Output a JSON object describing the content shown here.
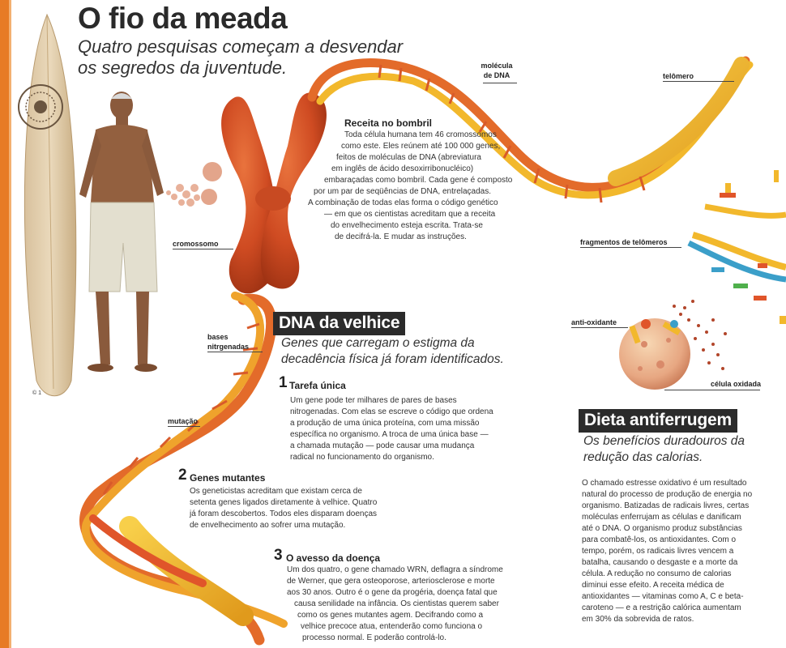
{
  "header": {
    "title": "O fio da meada",
    "subtitle": "Quatro pesquisas começam a desvendar os segredos da juventude."
  },
  "labels": {
    "molecule": "molécula de DNA",
    "telomere": "telômero",
    "chromosome": "cromossomo",
    "bases": "bases nitrgenadas",
    "mutation": "mutação",
    "telomere_fragments": "fragmentos de telômeros",
    "antioxidant": "anti-oxidante",
    "oxidized_cell": "célula oxidada",
    "credit": "© 1"
  },
  "recipe": {
    "title": "Receita no bombril",
    "lines": [
      "Toda célula humana tem 46 cromossomos",
      "como este. Eles reúnem até 100 000 genes,",
      "feitos de moléculas de DNA (abreviatura",
      "em inglês de ácido desoxirribonucléico)",
      "embaraçadas como bombril. Cada gene é composto",
      "por um par de seqüências de DNA, entrelaçadas.",
      "A combinação de todas elas forma o código genético",
      "— em que os cientistas acreditam que a receita",
      "do envelhecimento esteja escrita. Trata-se",
      "de decifrá-la. E mudar as instruções."
    ]
  },
  "dna_section": {
    "title": "DNA da velhice",
    "subtitle": "Genes que carregam o estigma da decadência física já foram identificados.",
    "steps": [
      {
        "num": "1",
        "title": "Tarefa única",
        "lines": [
          "Um gene pode ter milhares de pares de bases",
          "nitrogenadas. Com elas se escreve o código que ordena",
          "a produção de uma única proteína, com uma missão",
          "específica no organismo. A troca de uma única base —",
          "a chamada mutação — pode causar uma mudança",
          "radical no funcionamento do organismo."
        ]
      },
      {
        "num": "2",
        "title": "Genes mutantes",
        "lines": [
          "Os geneticistas acreditam que existam cerca de",
          "setenta genes ligados diretamente à velhice. Quatro",
          "já foram descobertos. Todos eles disparam doenças",
          "de envelhecimento ao sofrer uma mutação."
        ]
      },
      {
        "num": "3",
        "title": "O avesso da doença",
        "lines": [
          "Um dos quatro, o gene chamado WRN, deflagra a síndrome",
          "de Werner, que gera osteoporose, arteriosclerose e morte",
          "aos 30 anos. Outro é o gene da progéria, doença fatal que",
          "causa senilidade na infância. Os cientistas querem saber",
          "como os genes mutantes agem. Decifrando como a",
          "velhice precoce atua, entenderão como funciona o",
          "processo normal. E poderão controlá-lo."
        ]
      }
    ]
  },
  "diet": {
    "title": "Dieta antiferrugem",
    "subtitle": "Os benefícios duradouros da redução das calorias.",
    "lines": [
      "O chamado estresse oxidativo é um resultado",
      "natural do processo de produção de energia no",
      "organismo. Batizadas de radicais livres, certas",
      "moléculas enferrujam as células e danificam",
      "até o DNA. O organismo produz substâncias",
      "para combatê-los, os antioxidantes. Com o",
      "tempo, porém, os radicais livres vencem a",
      "batalha, causando o desgaste e a morte da",
      "célula. A redução no consumo de calorias",
      "diminui esse efeito. A receita médica de",
      "antioxidantes — vitaminas como A, C e beta-",
      "caroteno — e a restrição calórica aumentam",
      "em 30% da sobrevida de ratos."
    ]
  },
  "colors": {
    "orange_strand": "#e0552a",
    "yellow_strand": "#f2b82c",
    "margin_bar": "#e77b25",
    "chromosome": "#d5552a",
    "header_box": "#2b2b2b"
  }
}
